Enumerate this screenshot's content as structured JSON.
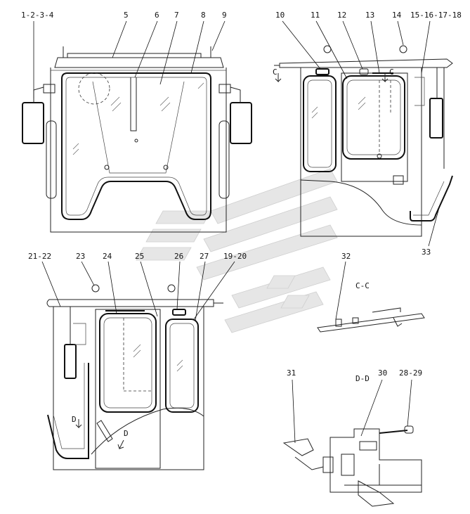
{
  "callouts": {
    "c1": "1-2-3-4",
    "c5": "5",
    "c6": "6",
    "c7": "7",
    "c8": "8",
    "c9": "9",
    "c10": "10",
    "c11": "11",
    "c12": "12",
    "c13": "13",
    "c14": "14",
    "c15": "15-16-17-18",
    "c19": "19-20",
    "c21": "21-22",
    "c23": "23",
    "c24": "24",
    "c25": "25",
    "c26": "26",
    "c27": "27",
    "c28": "28-29",
    "c30": "30",
    "c31": "31",
    "c32": "32",
    "c33": "33"
  },
  "section_marks": {
    "cc_title": "C-C",
    "dd_title": "D-D",
    "c_left": "C",
    "c_right": "C",
    "d_upper": "D",
    "d_lower": "D"
  }
}
